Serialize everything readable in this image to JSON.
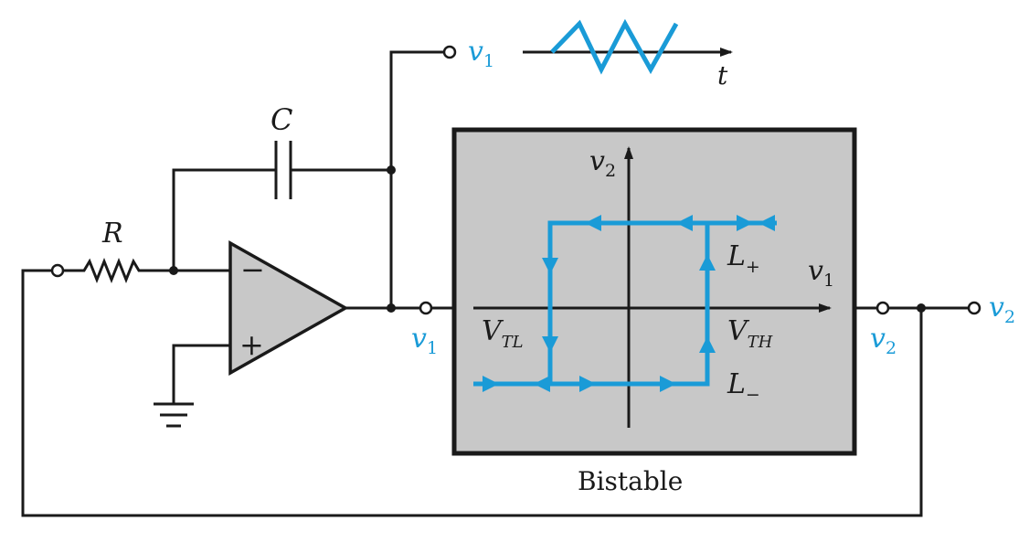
{
  "labels": {
    "R": "R",
    "C": "C",
    "opamp_minus": "−",
    "opamp_plus": "+",
    "v1_top": "v",
    "v1_top_sub": "1",
    "t": "t",
    "v1_out": "v",
    "v1_out_sub": "1",
    "v2_axis": "v",
    "v2_axis_sub": "2",
    "v1_axis": "v",
    "v1_axis_sub": "1",
    "L_plus": "L",
    "L_plus_sub": "+",
    "L_minus": "L",
    "L_minus_sub": "−",
    "VTL": "V",
    "VTL_sub": "TL",
    "VTH": "V",
    "VTH_sub": "TH",
    "v2_in": "v",
    "v2_in_sub": "2",
    "v2_out": "v",
    "v2_out_sub": "2",
    "bistable": "Bistable"
  },
  "colors": {
    "wire": "#1a1a1a",
    "signal": "#1a9bd7",
    "block_fill": "#c8c8c8",
    "opamp_fill": "#c8c8c8"
  }
}
